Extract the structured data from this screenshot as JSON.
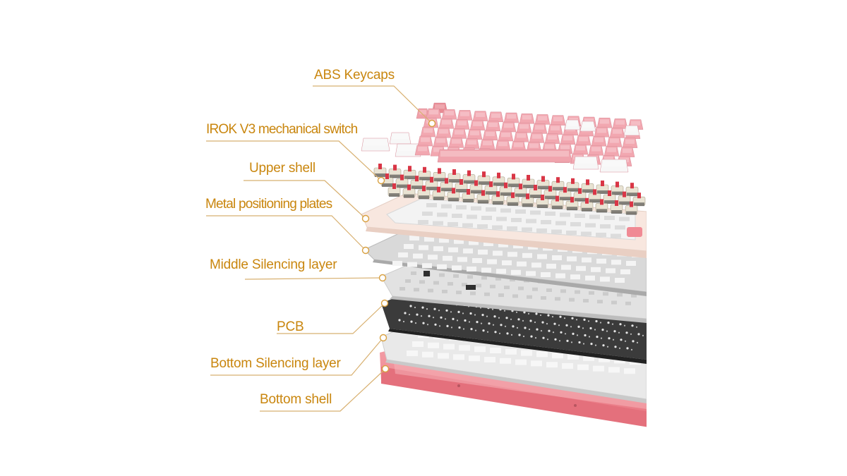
{
  "diagram": {
    "labels": {
      "keycaps": "ABS Keycaps",
      "switch": "IROK V3 mechanical switch",
      "upper_shell": "Upper shell",
      "metal_plates": "Metal positioning plates",
      "middle_silencing": "Middle Silencing layer",
      "pcb": "PCB",
      "bottom_silencing": "Bottom Silencing layer",
      "bottom_shell": "Bottom shell"
    },
    "colors": {
      "label_text": "#c9860e",
      "leader_line": "#d8b070",
      "keycap_pink": "#f2a7b0",
      "keycap_white": "#f7f7f7",
      "switch_stem": "#d93646",
      "upper_shell": "#f8e6de",
      "metal_plate": "#d8d8d8",
      "silencing_layer": "#e4e4e4",
      "pcb": "#3a3a3a",
      "bottom_shell": "#f08a94"
    }
  }
}
